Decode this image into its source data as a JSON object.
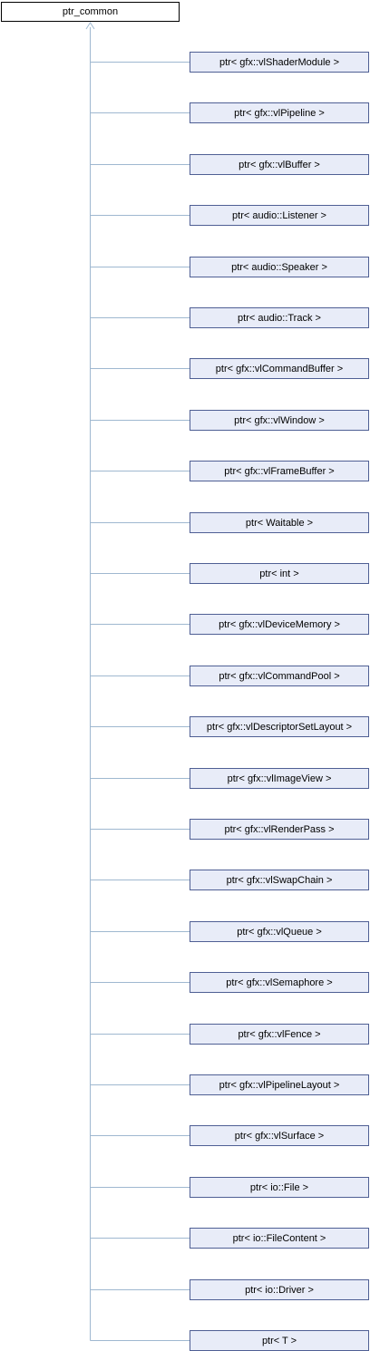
{
  "root": {
    "label": "ptr_common"
  },
  "children": [
    {
      "label": "ptr< gfx::vlShaderModule >"
    },
    {
      "label": "ptr< gfx::vlPipeline >"
    },
    {
      "label": "ptr< gfx::vlBuffer >"
    },
    {
      "label": "ptr< audio::Listener >"
    },
    {
      "label": "ptr< audio::Speaker >"
    },
    {
      "label": "ptr< audio::Track >"
    },
    {
      "label": "ptr< gfx::vlCommandBuffer >"
    },
    {
      "label": "ptr< gfx::vlWindow >"
    },
    {
      "label": "ptr< gfx::vlFrameBuffer >"
    },
    {
      "label": "ptr< Waitable >"
    },
    {
      "label": "ptr< int >"
    },
    {
      "label": "ptr< gfx::vlDeviceMemory >"
    },
    {
      "label": "ptr< gfx::vlCommandPool >"
    },
    {
      "label": "ptr< gfx::vlDescriptorSetLayout >"
    },
    {
      "label": "ptr< gfx::vlImageView >"
    },
    {
      "label": "ptr< gfx::vlRenderPass >"
    },
    {
      "label": "ptr< gfx::vlSwapChain >"
    },
    {
      "label": "ptr< gfx::vlQueue >"
    },
    {
      "label": "ptr< gfx::vlSemaphore >"
    },
    {
      "label": "ptr< gfx::vlFence >"
    },
    {
      "label": "ptr< gfx::vlPipelineLayout >"
    },
    {
      "label": "ptr< gfx::vlSurface >"
    },
    {
      "label": "ptr< io::File >"
    },
    {
      "label": "ptr< io::FileContent >"
    },
    {
      "label": "ptr< io::Driver >"
    },
    {
      "label": "ptr< T >"
    }
  ],
  "colors": {
    "connector": "#9fb8d0",
    "child_fill": "#e8ecf8",
    "child_border": "#4f5f94",
    "root_fill": "#ffffff",
    "root_border": "#000000"
  }
}
